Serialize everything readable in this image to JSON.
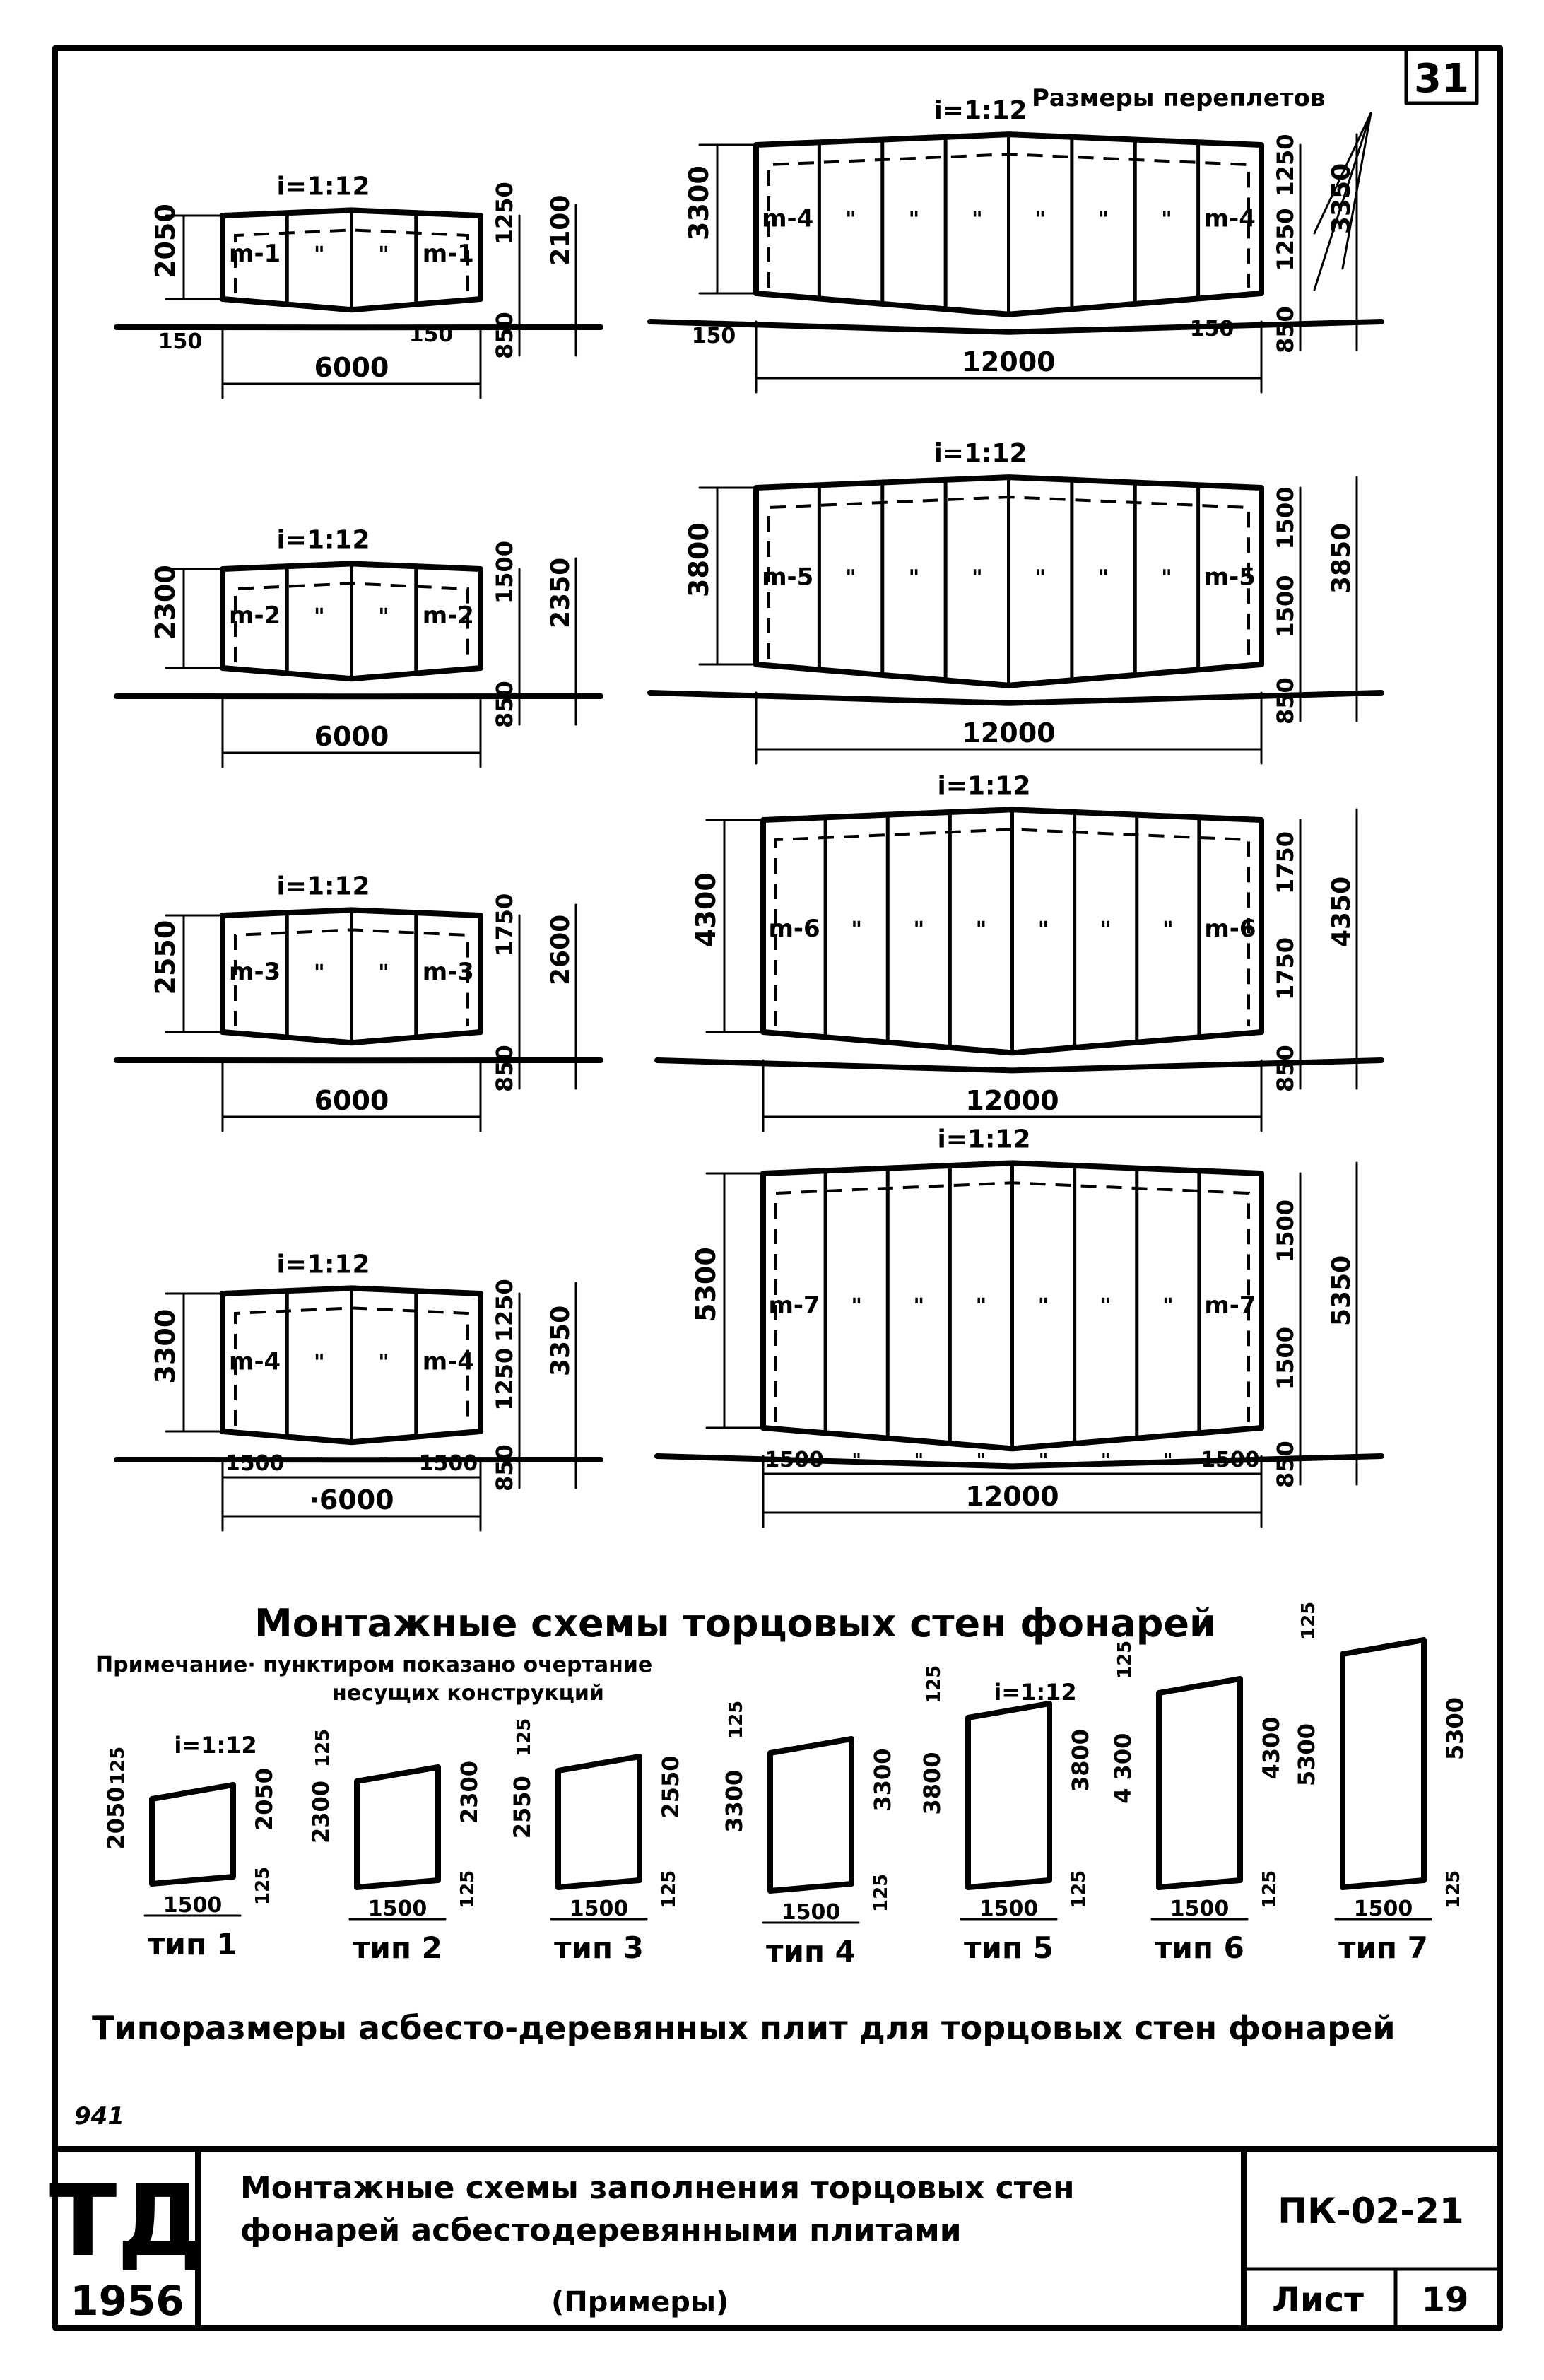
{
  "sheet": {
    "sheet_number": "31",
    "window_sizes_label": "Размеры переплетов",
    "slope_label": "i=1:12",
    "main_title": "Монтажные схемы торцовых стен фонарей",
    "note_line1": "Примечание· пунктиром показано очертание",
    "note_line2": "несущих конструкций",
    "types_title": "Типоразмеры асбесто-деревянных плит для торцовых стен фонарей",
    "stamp_number": "941"
  },
  "schemes_left": [
    {
      "height": "2050",
      "span": "6000",
      "right_upper": "1250",
      "right_total": "2100",
      "base": "850",
      "left_panel": "m-1",
      "right_panel": "m-1",
      "offset_l": "150",
      "offset_r": "150"
    },
    {
      "height": "2300",
      "span": "6000",
      "right_upper": "1500",
      "right_total": "2350",
      "base": "850",
      "left_panel": "m-2",
      "right_panel": "m-2"
    },
    {
      "height": "2550",
      "span": "6000",
      "right_upper": "1750",
      "right_total": "2600",
      "base": "850",
      "left_panel": "m-3",
      "right_panel": "m-3"
    },
    {
      "height": "3300",
      "span": "·6000",
      "right_upper": "1250",
      "right_lower": "1250",
      "right_total": "3350",
      "base": "850",
      "left_panel": "m-4",
      "right_panel": "m-4",
      "bottom_left": "1500",
      "bottom_right": "1500"
    }
  ],
  "schemes_right": [
    {
      "height": "3300",
      "span": "12000",
      "right_upper": "1250",
      "right_lower": "1250",
      "right_total": "3350",
      "base": "850",
      "left_panel": "m-4",
      "right_panel": "m-4",
      "offset_l": "150",
      "offset_r": "150"
    },
    {
      "height": "3800",
      "span": "12000",
      "right_upper": "1500",
      "right_lower": "1500",
      "right_total": "3850",
      "base": "850",
      "left_panel": "m-5",
      "right_panel": "m-5"
    },
    {
      "height": "4300",
      "span": "12000",
      "right_upper": "1750",
      "right_lower": "1750",
      "right_total": "4350",
      "base": "850",
      "left_panel": "m-6",
      "right_panel": "m-6"
    },
    {
      "height": "5300",
      "span": "12000",
      "right_upper": "1500",
      "right_lower": "1500",
      "right_total": "5350",
      "base": "850",
      "left_panel": "m-7",
      "right_panel": "m-7",
      "bottom_left": "1500",
      "bottom_right": "1500"
    }
  ],
  "panel_types": [
    {
      "label": "тип 1",
      "left_h": "2050",
      "right_h": "2050",
      "top": "125",
      "bottom": "125",
      "width": "1500"
    },
    {
      "label": "тип 2",
      "left_h": "2300",
      "right_h": "2300",
      "top": "125",
      "bottom": "125",
      "width": "1500"
    },
    {
      "label": "тип 3",
      "left_h": "2550",
      "right_h": "2550",
      "top": "125",
      "bottom": "125",
      "width": "1500"
    },
    {
      "label": "тип 4",
      "left_h": "3300",
      "right_h": "3300",
      "top": "125",
      "bottom": "125",
      "width": "1500"
    },
    {
      "label": "тип 5",
      "left_h": "3800",
      "right_h": "3800",
      "top": "125",
      "bottom": "125",
      "width": "1500"
    },
    {
      "label": "тип 6",
      "left_h": "4 300",
      "right_h": "4300",
      "top": "125",
      "bottom": "125",
      "width": "1500"
    },
    {
      "label": "тип 7",
      "left_h": "5300",
      "right_h": "5300",
      "top": "125",
      "bottom": "125",
      "width": "1500"
    }
  ],
  "title_block": {
    "logo": "ТД",
    "year": "1956",
    "title_line1": "Монтажные схемы заполнения торцовых стен",
    "title_line2": "фонарей асбестодеревянными плитами",
    "title_line3": "(Примеры)",
    "code": "ПК-02-21",
    "sheet_label": "Лист",
    "sheet_no": "19"
  }
}
